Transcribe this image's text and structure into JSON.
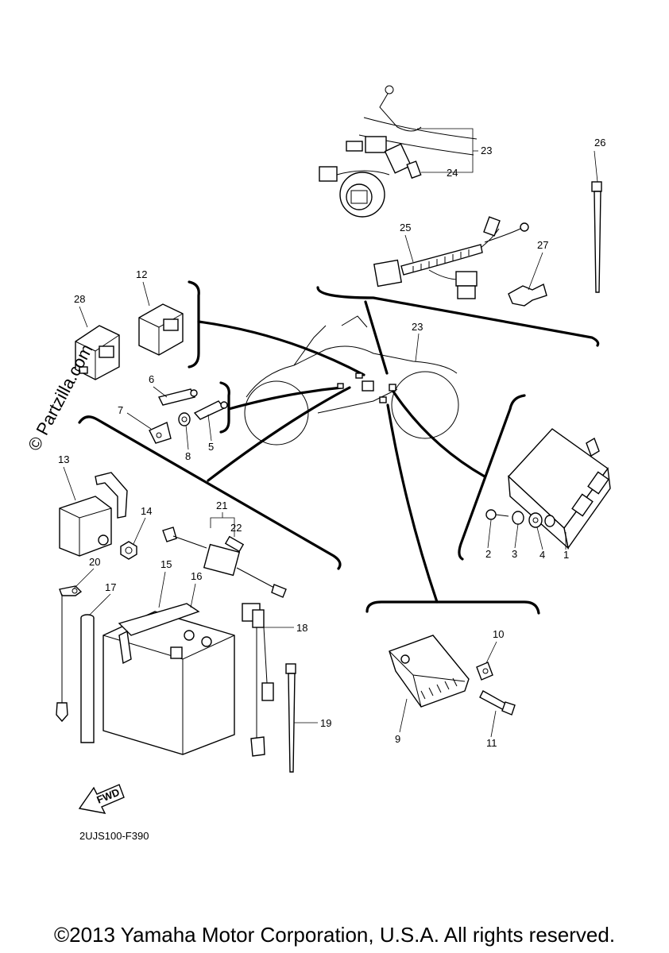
{
  "diagram": {
    "code": "2UJS100-F390",
    "watermark": "© Partzilla.com",
    "fwd_label": "FWD",
    "copyright": "©2013 Yamaha Motor Corporation, U.S.A. All rights reserved."
  },
  "callouts": [
    "1",
    "2",
    "3",
    "4",
    "5",
    "6",
    "7",
    "8",
    "9",
    "10",
    "11",
    "12",
    "13",
    "14",
    "15",
    "16",
    "17",
    "18",
    "19",
    "20",
    "21",
    "22",
    "23",
    "23",
    "24",
    "25",
    "26",
    "27",
    "28"
  ]
}
